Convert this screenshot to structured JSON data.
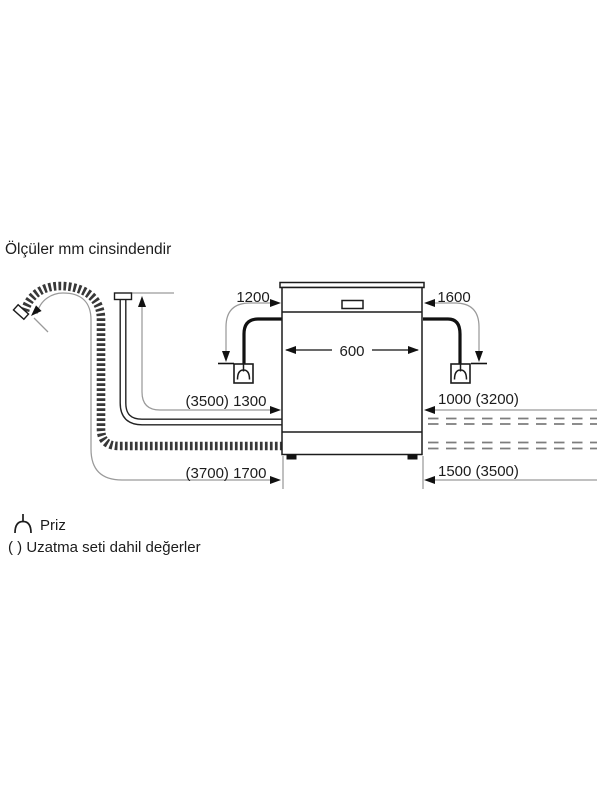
{
  "note": "Ölçüler mm cinsindendir",
  "appliance": {
    "name": "dishwasher-front-view",
    "width_mm": "600"
  },
  "dims": {
    "socket_left_distance": "1200",
    "socket_right_distance": "1600",
    "supply_hose_length": "(3500) 1300",
    "drain_hose_length": "(3700) 1700",
    "supply_right_length": "1000 (3200)",
    "drain_right_length": "1500 (3500)"
  },
  "legend": {
    "socket_label": "Priz",
    "extension_note": "( ) Uzatma seti dahil değerler"
  },
  "icons": {
    "socket": "power-socket-icon",
    "drain_hose": "corrugated-drain-hose",
    "supply_pipe": "water-supply-pipe"
  },
  "colors": {
    "line": "#1c1c1c",
    "dimension_line": "#9a9a9a",
    "dashed_line": "#7d7d7d",
    "background": "#ffffff"
  }
}
